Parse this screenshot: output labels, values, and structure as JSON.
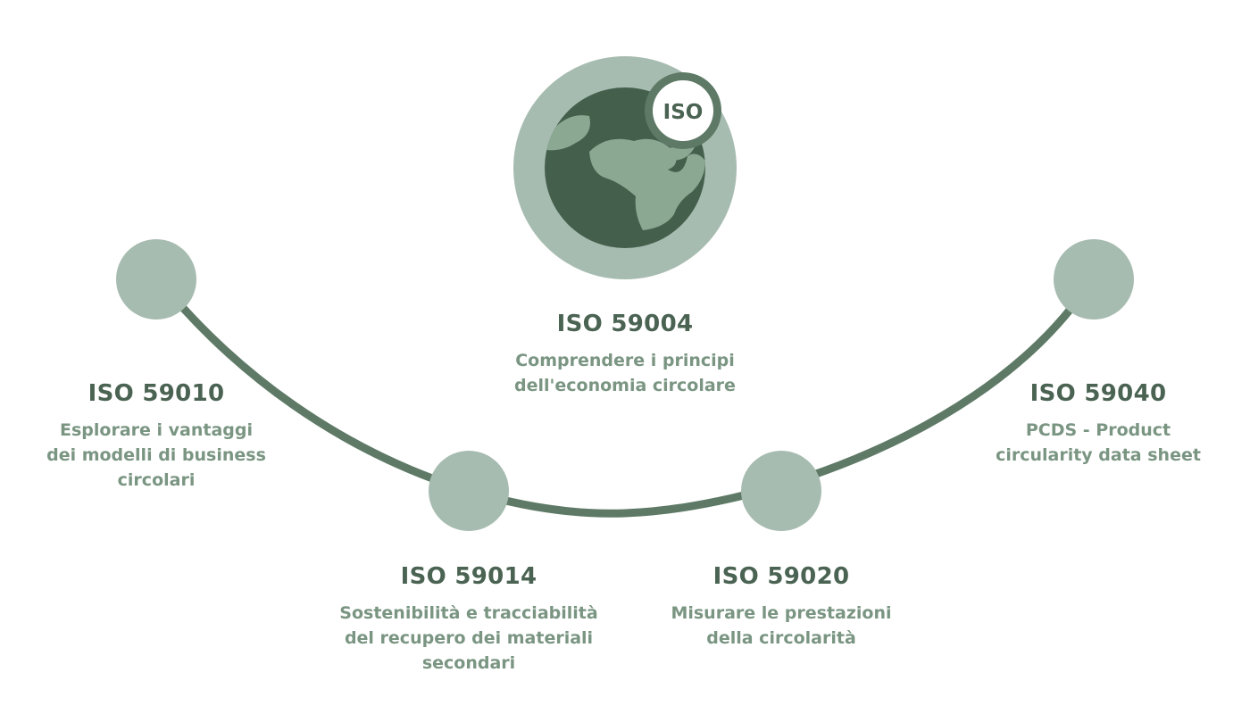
{
  "colors": {
    "arc": "#5e7a66",
    "node": "#a7bcb0",
    "globe_halo": "#a7bcb0",
    "globe_ocean": "#44604d",
    "globe_land": "#8ba893",
    "badge_ring": "#5e7a66",
    "badge_fill": "#ffffff",
    "code_text": "#4a6352",
    "desc_text": "#7a9582"
  },
  "center": {
    "badge_text": "ISO",
    "code": "ISO 59004",
    "description": "Comprendere i principi\ndell'economia circolare"
  },
  "standards": [
    {
      "code": "ISO 59010",
      "description": "Esplorare i vantaggi\ndei modelli di business\ncircolari"
    },
    {
      "code": "ISO 59014",
      "description": "Sostenibilità e tracciabilità\ndel recupero dei materiali\nsecondari"
    },
    {
      "code": "ISO 59020",
      "description": "Misurare le prestazioni\ndella circolarità"
    },
    {
      "code": "ISO 59040",
      "description": "PCDS - Product\ncircularity data sheet"
    }
  ]
}
